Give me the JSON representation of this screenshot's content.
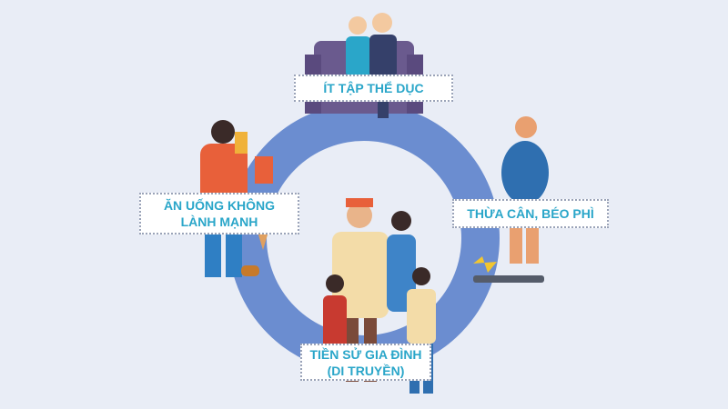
{
  "labels": {
    "exercise": "ÍT TẬP THỂ DỤC",
    "diet_line1": "ĂN UỐNG KHÔNG",
    "diet_line2": "LÀNH MẠNH",
    "overweight": "THỪA CÂN, BÉO PHÌ",
    "family_line1": "TIỀN SỬ GIA ĐÌNH",
    "family_line2": "(DI TRUYỀN)"
  },
  "colors": {
    "background": "#e9edf6",
    "ring": "#6b8dd0",
    "label_text": "#2aa6c9"
  }
}
